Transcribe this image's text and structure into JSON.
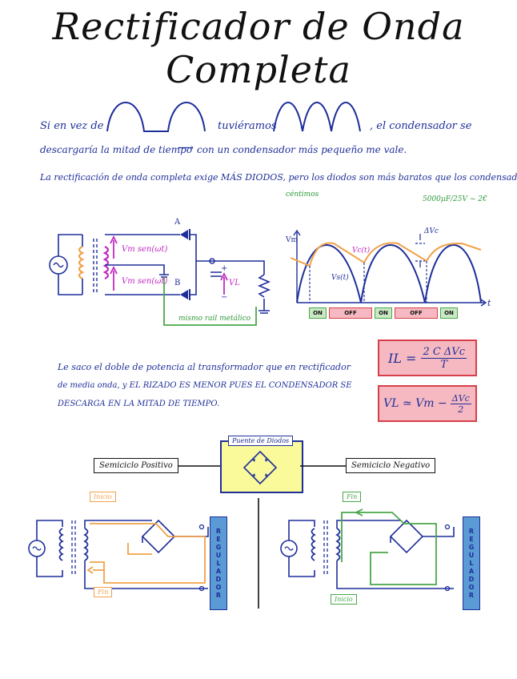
{
  "title": "Rectificador de Onda Completa",
  "intro": {
    "si_en_vez_de": "Si en vez de",
    "tuvieramos": "tuviéramos",
    "el_condensador": ", el condensador se",
    "descargaria": "descargaría la mitad de tiempo",
    "arrow": "⟶",
    "con_un": "con un condensador más pequeño me vale.",
    "rectificacion": "La rectificación de onda completa exige MÁS DIODOS, pero los diodos son más baratos que los condensadores.",
    "centimos": "céntimos",
    "cap_price": "5000µF/25V ~ 2€"
  },
  "circuit": {
    "node_a": "A",
    "node_b": "B",
    "vm_top": "Vm sen(ωt)",
    "vm_bottom": "Vm sen(ωt)",
    "vl": "VL",
    "plus": "+",
    "minus": "−",
    "rail": "mismo rail metálico"
  },
  "waveform": {
    "vm_label": "Vm",
    "vc_label": "Vc(t)",
    "vs_label": "Vs(t)",
    "delta_label": "ΔVc",
    "t_label": "t",
    "segments": [
      "ON",
      "OFF",
      "ON",
      "OFF",
      "ON"
    ]
  },
  "power": {
    "line1": "Le saco el doble de potencia al transformador que en rectificador",
    "line2": "de media onda, y EL RIZADO ES MENOR PUES EL CONDENSADOR SE",
    "line3": "DESCARGA EN LA MITAD DE TIEMPO."
  },
  "formulas": {
    "f1_left": "IL =",
    "f1_num": "2 C ΔVc",
    "f1_den": "T",
    "f2_left": "VL ≃ Vm −",
    "f2_num": "ΔVc",
    "f2_den": "2"
  },
  "bridge": {
    "box_label": "Puente de Diodos",
    "pos_label": "Semiciclo Positivo",
    "neg_label": "Semiciclo Negativo",
    "inicio": "Inicio",
    "fin": "Fin",
    "regulador_pos": "REGULADOR",
    "regulador_neg": "REGULADOR"
  },
  "colors": {
    "blue": "#1f2f9a",
    "orange": "#f0a24a",
    "green": "#4aa84a",
    "pink": "#f6b9c1",
    "red": "#d6404a",
    "yellow": "#fafa9a",
    "regulator": "#5b9bd5",
    "magenta": "#c02ac0"
  }
}
